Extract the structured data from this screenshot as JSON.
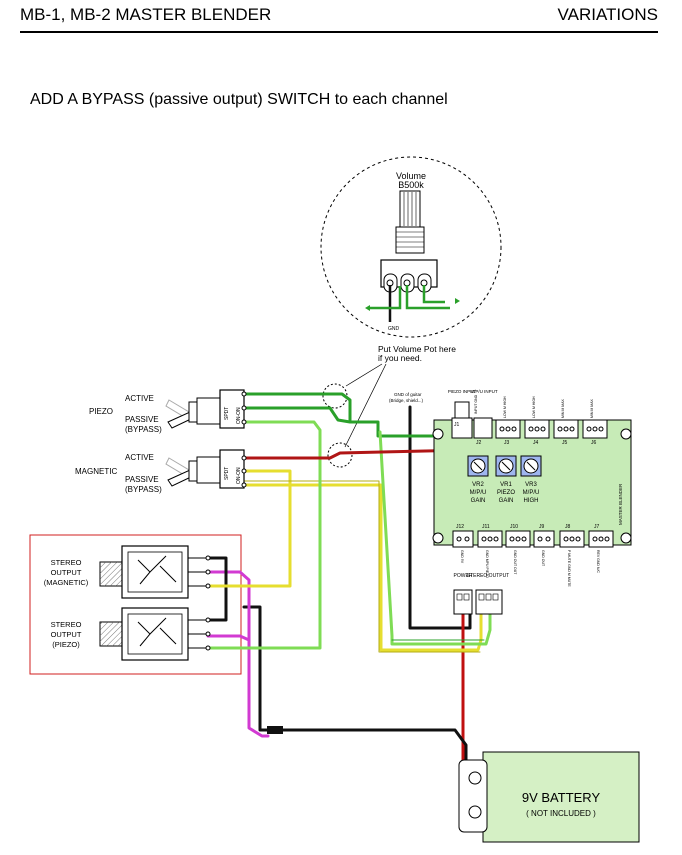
{
  "header": {
    "left": "MB-1, MB-2 MASTER BLENDER",
    "right": "VARIATIONS"
  },
  "subtitle": "ADD A BYPASS (passive output) SWITCH to each channel",
  "volume": {
    "title": "Volume",
    "value": "B500k",
    "gnd": "GND",
    "note_line1": "Put Volume Pot here",
    "note_line2": "if you need."
  },
  "gnd_of_guitar": {
    "line1": "GND of guitar",
    "line2": "(Bridge, shield...)"
  },
  "piezo_switch": {
    "channel": "PIEZO",
    "active": "ACTIVE",
    "passive": "PASSIVE",
    "bypass": "(BYPASS)",
    "model": "SPDT",
    "mode": "ON-ON"
  },
  "magnetic_switch": {
    "channel": "MAGNETIC",
    "active": "ACTIVE",
    "passive": "PASSIVE",
    "bypass": "(BYPASS)",
    "model": "SPDT",
    "mode": "ON-ON"
  },
  "jacks": {
    "magnetic": {
      "line1": "STEREO",
      "line2": "OUTPUT",
      "line3": "(MAGNETIC)"
    },
    "piezo": {
      "line1": "STEREO",
      "line2": "OUTPUT",
      "line3": "(PIEZO)"
    }
  },
  "board": {
    "name": "MASTER BLENDER",
    "input_labels": {
      "piezo_input": "PIEZO INPUT",
      "mpu_input": "M/P/U INPUT"
    },
    "top_connectors": [
      "J1",
      "J2",
      "J3",
      "J4",
      "J5",
      "J6"
    ],
    "top_pins": [
      "INPUT GND",
      "LOW M HIGH",
      "LOW M HIGH",
      "MIN M MAX",
      "MIN M MAX"
    ],
    "trimmers": [
      {
        "id": "VR2",
        "label1": "M/P/U",
        "label2": "GAIN"
      },
      {
        "id": "VR1",
        "label1": "PIEZO",
        "label2": "GAIN"
      },
      {
        "id": "VR3",
        "label1": "M/P/U",
        "label2": "HIGH"
      }
    ],
    "bottom_connectors": [
      "J12",
      "J11",
      "J10",
      "J9",
      "J8",
      "J7"
    ],
    "bottom_pins": [
      "GND 9V",
      "GND MPU PIEZO",
      "GND OUT OUT",
      "GND OUT",
      "P MUTE GND M MUTE",
      "REV GND N/C"
    ],
    "power_label": "POWER",
    "stereo_output_label": "STEREO OUTPUT"
  },
  "battery": {
    "label": "9V BATTERY",
    "note": "( NOT INCLUDED )"
  },
  "colors": {
    "wire_green": "#2aa02a",
    "wire_light_green": "#7fdc55",
    "wire_red": "#b01515",
    "wire_yellow": "#e6de2f",
    "wire_magenta": "#d23ad2",
    "wire_black": "#111111",
    "board_green": "#c7ebb7",
    "battery_green": "#d5f0c5",
    "trimmer_blue": "#9fb6ef",
    "box_red": "#d11f1f"
  }
}
